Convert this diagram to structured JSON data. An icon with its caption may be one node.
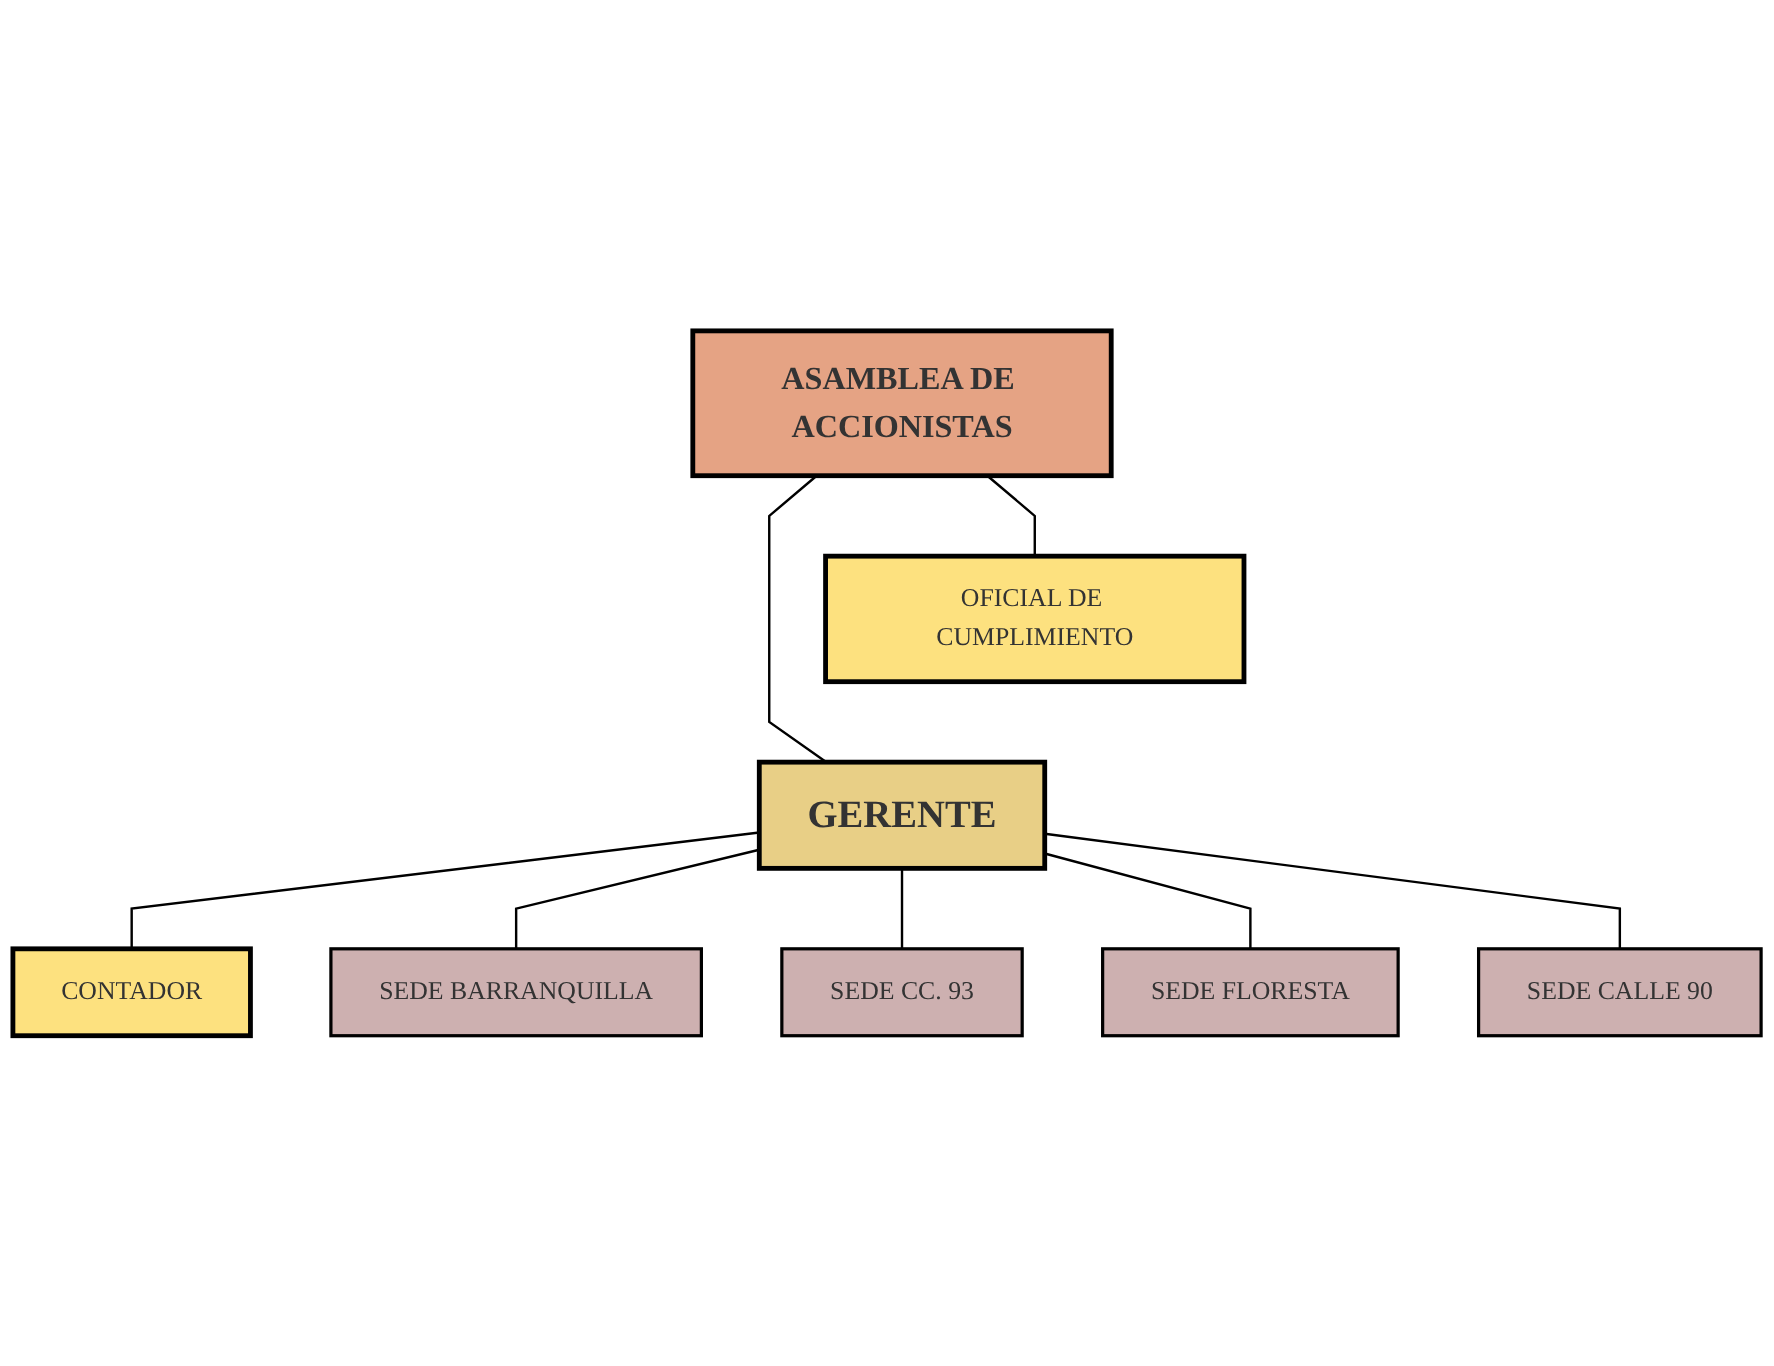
{
  "diagram": {
    "nodes": [
      {
        "text": [
          "ASAMBLEA DE ACCIONISTAS"
        ]
      },
      {
        "text": [
          "OFICIAL DE CUMPLIMIENTO"
        ]
      },
      {
        "text": [
          "GERENTE"
        ]
      },
      {
        "text": [
          "CONTADOR"
        ]
      },
      {
        "text": [
          "SEDE BARRANQUILLA"
        ]
      },
      {
        "text": [
          "SEDE CC. 93"
        ]
      },
      {
        "text": [
          "SEDE FLORESTA"
        ]
      },
      {
        "text": [
          "SEDE CALLE 90"
        ]
      }
    ],
    "edges": [
      {
        "from": 0,
        "to": 1,
        "arrow": "none"
      },
      {
        "from": 0,
        "to": 2,
        "arrow": "none"
      },
      {
        "from": 2,
        "to": 3,
        "arrow": "none"
      },
      {
        "from": 2,
        "to": 4,
        "arrow": "none"
      },
      {
        "from": 2,
        "to": 5,
        "arrow": "none"
      },
      {
        "from": 2,
        "to": 6,
        "arrow": "none"
      },
      {
        "from": 2,
        "to": 7,
        "arrow": "none"
      }
    ]
  }
}
